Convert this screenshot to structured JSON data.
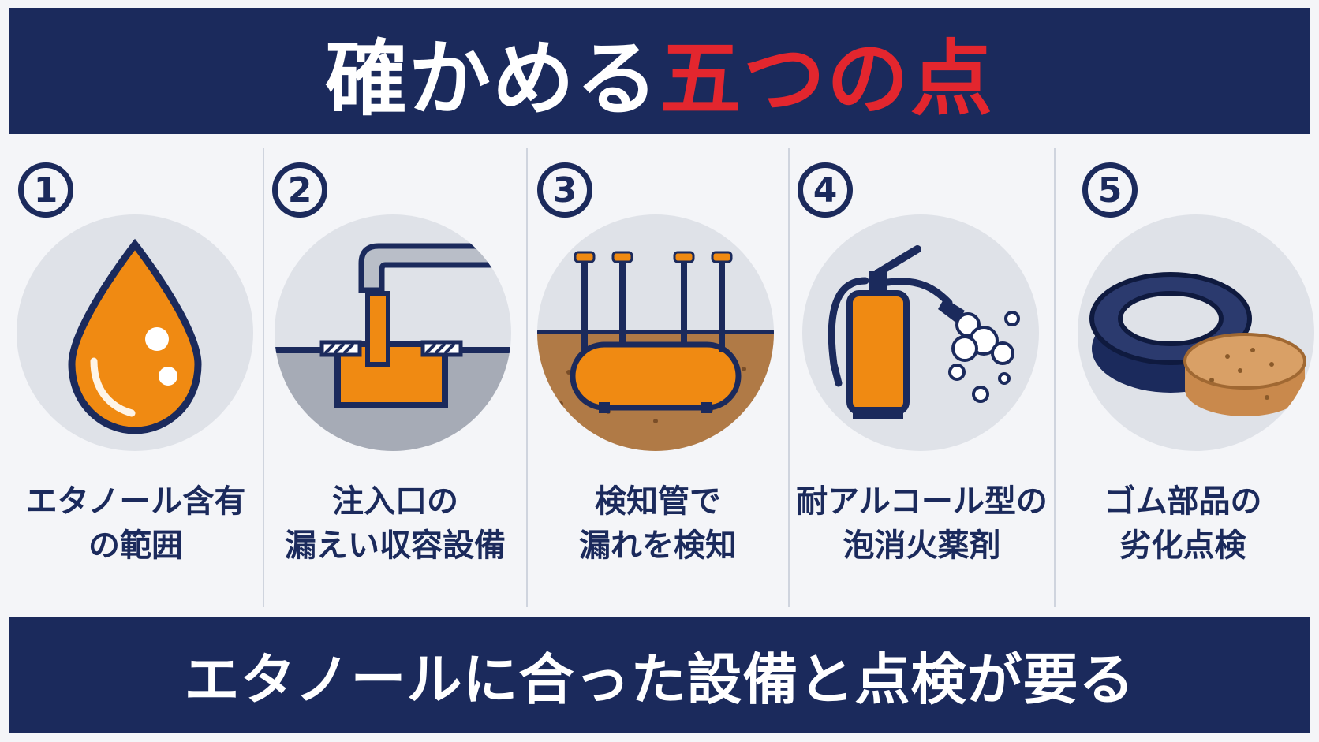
{
  "header": {
    "title_main": "確かめる",
    "title_accent": "五つの点"
  },
  "items": [
    {
      "number": "1",
      "icon": "ethanol-drop-icon",
      "line1": "エタノール含有",
      "line2": "の範囲"
    },
    {
      "number": "2",
      "icon": "filling-port-containment-icon",
      "line1": "注入口の",
      "line2": "漏えい収容設備"
    },
    {
      "number": "3",
      "icon": "leak-detection-tube-icon",
      "line1": "検知管で",
      "line2": "漏れを検知"
    },
    {
      "number": "4",
      "icon": "fire-extinguisher-foam-icon",
      "line1": "耐アルコール型の",
      "line2": "泡消火薬剤"
    },
    {
      "number": "5",
      "icon": "rubber-parts-icon",
      "line1": "ゴム部品の",
      "line2": "劣化点検"
    }
  ],
  "footer": {
    "text": "エタノールに合った設備と点検が要る"
  },
  "colors": {
    "navy": "#1b2a5c",
    "red": "#e3262e",
    "orange": "#f08a12",
    "soil": "#b07a46",
    "gray_circle": "#dfe2e8"
  }
}
